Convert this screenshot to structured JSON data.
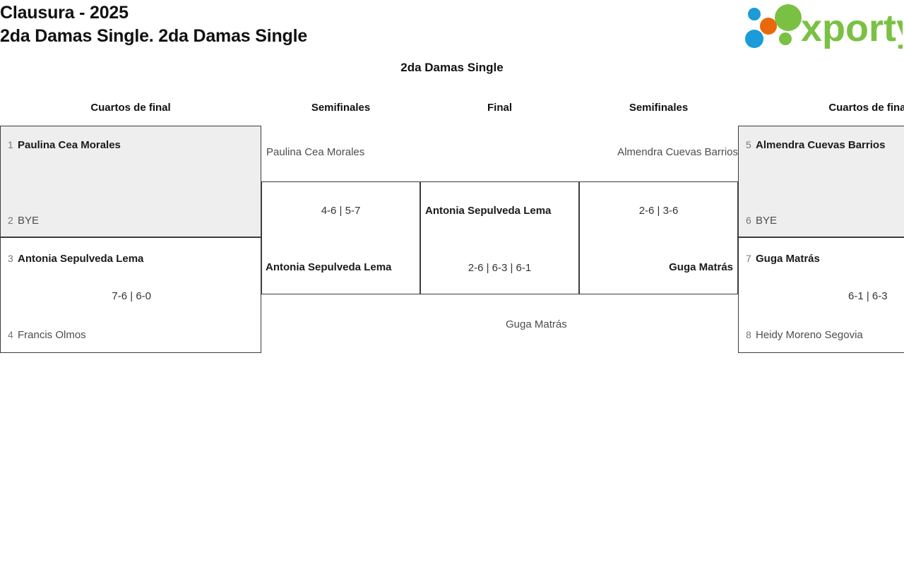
{
  "header": {
    "title_line1": "Clausura - 2025",
    "title_line2": "2da Damas Single. 2da Damas Single",
    "logo_text": "xporty",
    "logo_colors": {
      "blue": "#1b9bd8",
      "orange": "#e8690b",
      "green": "#7ac143"
    }
  },
  "bracket": {
    "title": "2da Damas Single",
    "rounds": {
      "qf_left": "Cuartos de final",
      "sf_left": "Semifinales",
      "final": "Final",
      "sf_right": "Semifinales",
      "qf_right": "Cuartos de final"
    },
    "matches": {
      "qf1": {
        "p1_seed": "1",
        "p1_name": "Paulina Cea Morales",
        "p2_seed": "2",
        "p2_name": "BYE",
        "score": ""
      },
      "qf2": {
        "p1_seed": "3",
        "p1_name": "Antonia Sepulveda Lema",
        "p2_seed": "4",
        "p2_name": "Francis Olmos",
        "score": "7-6 | 6-0"
      },
      "sf1": {
        "p1_name": "Paulina Cea Morales",
        "p2_name": "Antonia Sepulveda Lema",
        "score": "4-6 | 5-7"
      },
      "final": {
        "p1_name": "Antonia Sepulveda Lema",
        "p2_name": "Guga Matrás",
        "score": "2-6 | 6-3 | 6-1"
      },
      "sf2": {
        "p1_name": "Almendra Cuevas Barrios",
        "p2_name": "Guga Matrás",
        "score": "2-6 | 3-6"
      },
      "qf3": {
        "p1_seed": "5",
        "p1_name": "Almendra Cuevas Barrios",
        "p2_seed": "6",
        "p2_name": "BYE",
        "score": ""
      },
      "qf4": {
        "p1_seed": "7",
        "p1_name": "Guga Matrás",
        "p2_seed": "8",
        "p2_name": "Heidy Moreno Segovia",
        "score": "6-1 | 6-3"
      }
    }
  }
}
